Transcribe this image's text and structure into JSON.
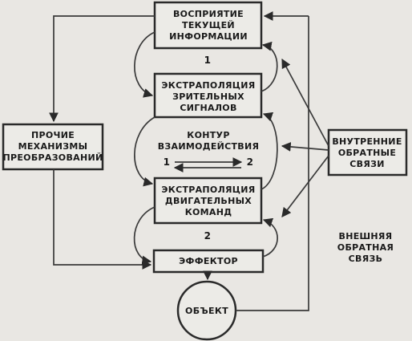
{
  "blocks": {
    "perception": [
      "ВОСПРИЯТИЕ",
      "ТЕКУЩЕЙ",
      "ИНФОРМАЦИИ"
    ],
    "visual_extrapolation": [
      "ЭКСТРАПОЛЯЦИЯ",
      "ЗРИТЕЛЬНЫХ",
      "СИГНАЛОВ"
    ],
    "interaction_contour": [
      "КОНТУР",
      "ВЗАИМОДЕЙСТВИЯ"
    ],
    "motor_extrapolation": [
      "ЭКСТРАПОЛЯЦИЯ",
      "ДВИГАТЕЛЬНЫХ",
      "КОМАНД"
    ],
    "effector": "ЭФФЕКТОР",
    "object": "ОБЪЕКТ",
    "other_mechanisms": [
      "ПРОЧИЕ",
      "МЕХАНИЗМЫ",
      "ПРЕОБРАЗОВАНИЙ"
    ],
    "internal_feedback": [
      "ВНУТРЕННИЕ",
      "ОБРАТНЫЕ",
      "СВЯЗИ"
    ],
    "external_feedback": [
      "ВНЕШНЯЯ",
      "ОБРАТНАЯ",
      "СВЯЗЬ"
    ]
  },
  "numbers": {
    "upper_loop": "1",
    "lower_loop": "2",
    "contour_left": "1",
    "contour_right": "2"
  }
}
